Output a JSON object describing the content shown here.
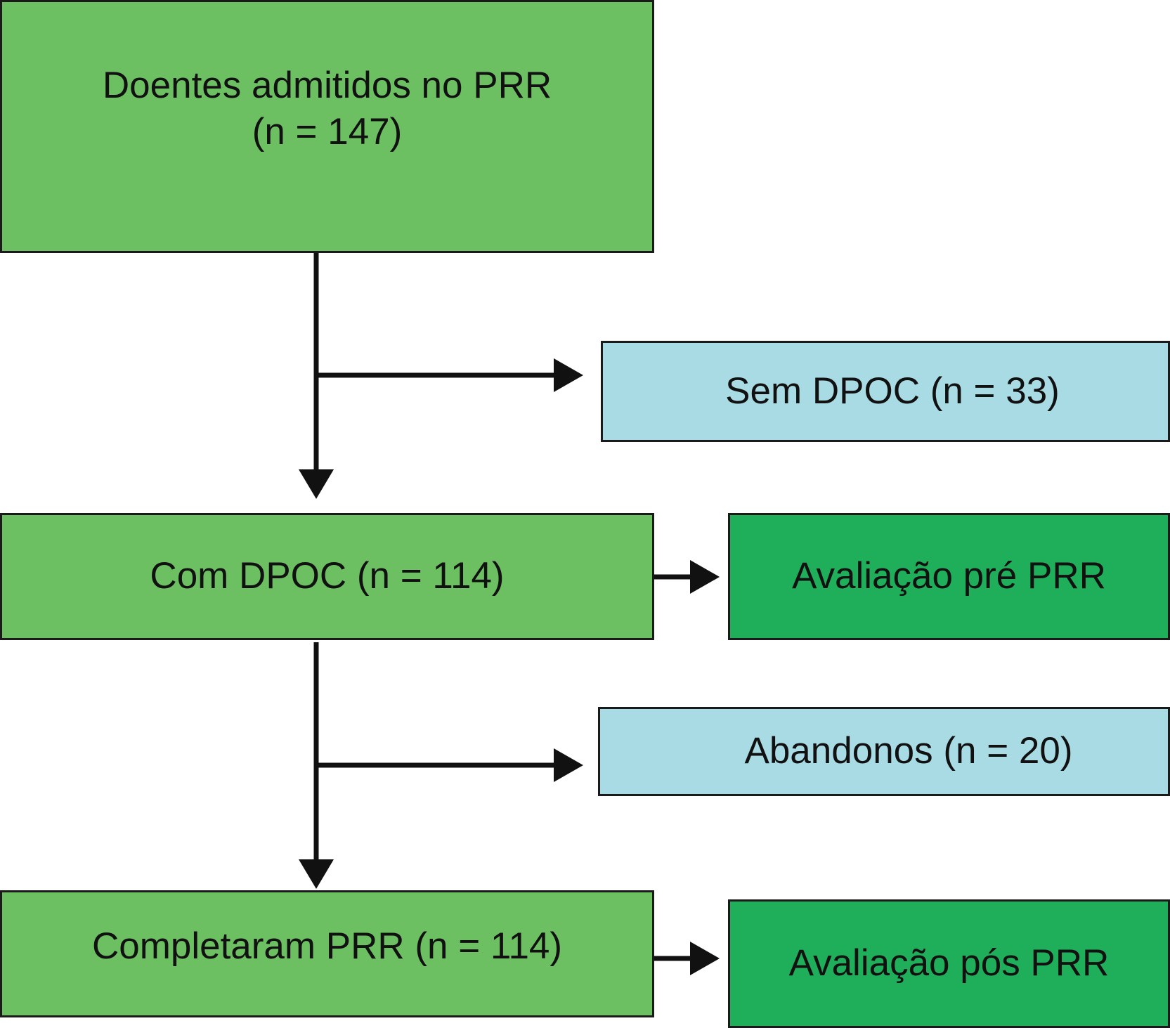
{
  "boxes": {
    "admitted": {
      "line1": "Doentes admitidos no PRR",
      "line2": "(n = 147)",
      "color": "#6cc062"
    },
    "sem_dpoc": {
      "text": "Sem DPOC (n = 33)",
      "color": "#a9dbe5"
    },
    "com_dpoc": {
      "text": "Com DPOC (n = 114)",
      "color": "#6cc062"
    },
    "pre_eval": {
      "text": "Avaliação pré PRR",
      "color": "#1faf5a"
    },
    "abandonos": {
      "text": "Abandonos (n = 20)",
      "color": "#a9dbe5"
    },
    "completed": {
      "text": "Completaram PRR (n = 114)",
      "color": "#6cc062"
    },
    "pos_eval": {
      "text": "Avaliação pós PRR",
      "color": "#1faf5a"
    }
  }
}
